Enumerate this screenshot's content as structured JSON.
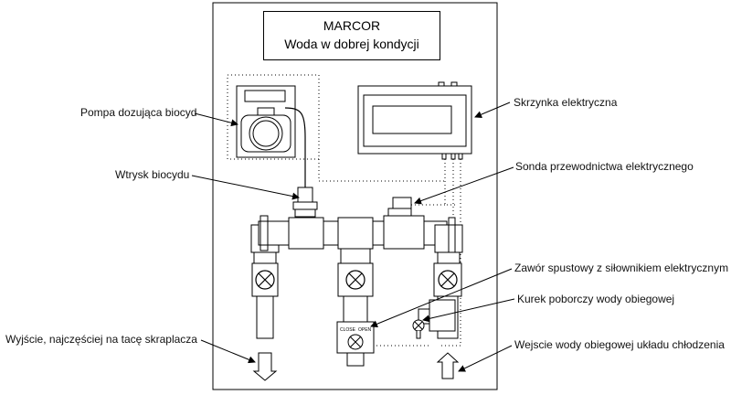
{
  "title": {
    "brand": "MARCOR",
    "subtitle": "Woda w dobrej kondycji"
  },
  "labels": {
    "pump": "Pompa dozująca biocyd",
    "injection": "Wtrysk biocydu",
    "electrical_box": "Skrzynka elektryczna",
    "conductivity_probe": "Sonda przewodnictwa elektrycznego",
    "drain_valve": "Zawór spustowy z siłownikiem elektrycznym",
    "sampling_tap": "Kurek poborczy wody obiegowej",
    "outlet": "Wyjście, najczęściej na tacę skraplacza",
    "inlet": "Wejscie wody obiegowej układu chłodzenia"
  },
  "valve_marks": {
    "close": "CLOSE",
    "open": "OPEN"
  },
  "colors": {
    "line": "#000000",
    "background": "#ffffff"
  }
}
